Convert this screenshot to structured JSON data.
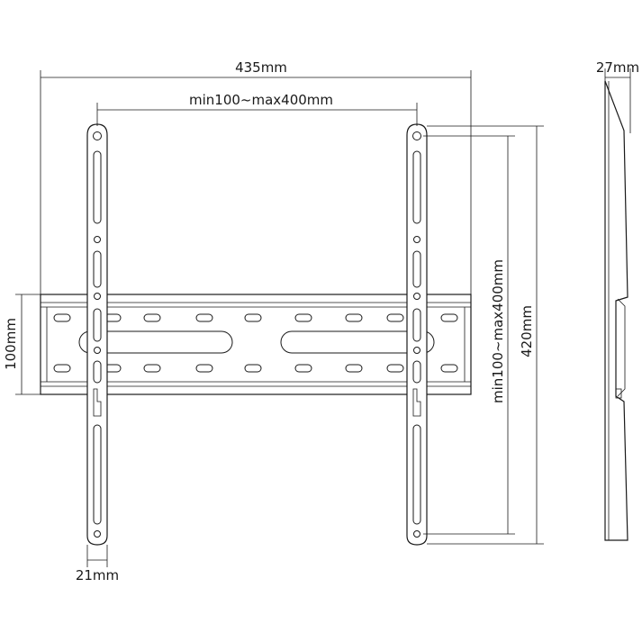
{
  "dimensions": {
    "overall_width": "435mm",
    "horizontal_hole_spacing": "min100~max400mm",
    "plate_height": "100mm",
    "vertical_hole_spacing": "min100~max400mm",
    "arm_height": "420mm",
    "arm_width": "21mm",
    "depth": "27mm"
  },
  "colors": {
    "line": "#1a1a1a",
    "background": "#ffffff"
  }
}
